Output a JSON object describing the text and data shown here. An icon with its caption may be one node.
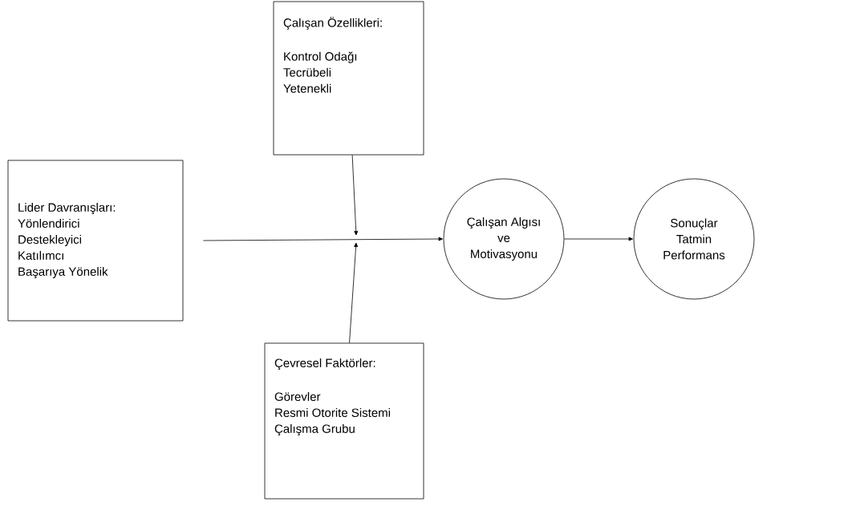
{
  "diagram": {
    "nodes": [
      {
        "text": [
          "Çalışan Özellikleri:",
          "Kontrol Odağı",
          "Tecrübeli",
          "Yetenekli"
        ]
      },
      {
        "text": [
          "Lider Davranışları:",
          "Yönlendirici",
          "Destekleyici",
          "Katılımcı",
          "Başarıya Yönelik"
        ]
      },
      {
        "text": [
          "Çalışan Algısı ve Motivasyonu"
        ]
      },
      {
        "text": [
          "Sonuçlar",
          "Tatmin",
          "Performans"
        ]
      },
      {
        "text": [
          "Çevresel Faktörler:",
          "Görevler",
          "Resmi Otorite Sistemi",
          "Çalışma Grubu"
        ]
      }
    ],
    "edges": [
      {
        "from": 0,
        "to": null,
        "arrow": "to"
      },
      {
        "from": 4,
        "to": null,
        "arrow": "to"
      },
      {
        "from": 1,
        "to": 2,
        "arrow": "to"
      },
      {
        "from": 2,
        "to": 3,
        "arrow": "to"
      }
    ]
  }
}
